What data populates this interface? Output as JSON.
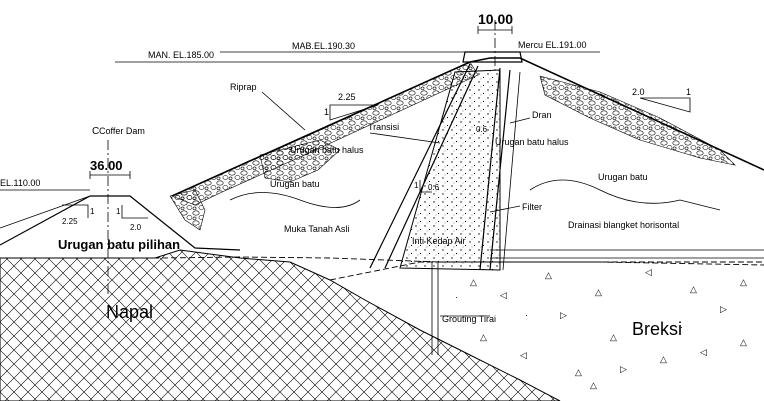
{
  "labels": {
    "crest_width": "10.00",
    "elev_man": "MAN. EL.185.00",
    "elev_mab": "MAB.EL.190.30",
    "elev_mercu": "Mercu EL.191.00",
    "elev_left": "EL.110.00",
    "riprap": "Riprap",
    "slope_us_v": "1",
    "slope_us_h": "2.25",
    "slope_ds_h": "2.0",
    "slope_ds_v": "1",
    "slope_core_v": "1",
    "slope_core_h": "0.6",
    "slope_core_h2": "0.6",
    "slope_cof_left_v": "1",
    "slope_cof_left_h": "2.25",
    "slope_cof_right_v": "1",
    "slope_cof_right_h": "2.0",
    "cofferdam": "Coffer Dam",
    "cofferdam_symbol": "C",
    "cofferdam_width": "36.00",
    "transisi": "Transisi",
    "urugan_batu_halus_us": "Urugan batu halus",
    "urugan_batu_halus_ds": "Urugan batu halus",
    "urugan_batu_us": "Urugan batu",
    "urugan_batu_ds": "Urugan batu",
    "dran": "Dran",
    "filter": "Filter",
    "drainase": "Drainasi blangket horisontal",
    "urugan_batu_pilihan": "Urugan batu pilihan",
    "muka_tanah_asli": "Muka Tanah Asli",
    "inti_kedap_air": "Inti Kedap Air",
    "napal": "Napal",
    "grouting_tirai": "Grouting Tirai",
    "breksi": "Breksi"
  }
}
